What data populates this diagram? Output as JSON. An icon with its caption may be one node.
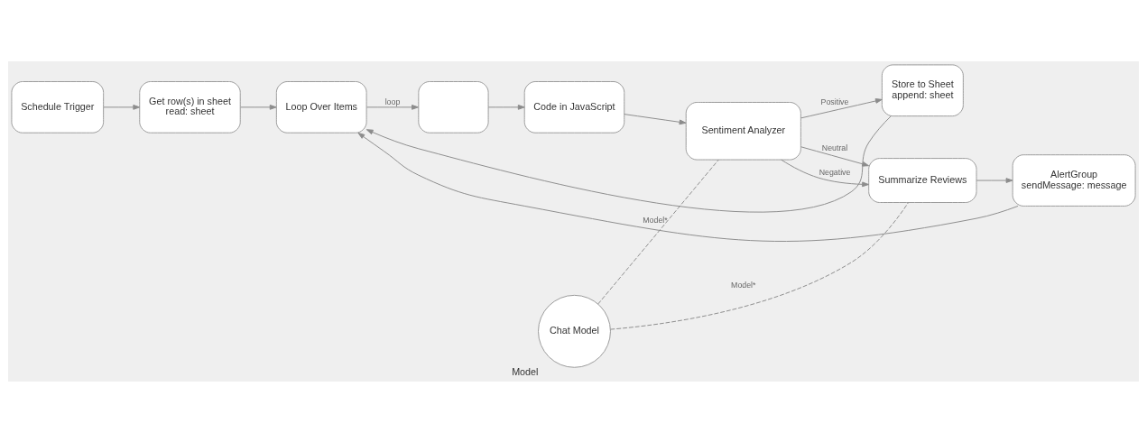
{
  "diagram": {
    "nodes": [
      {
        "text": [
          "Schedule Trigger"
        ]
      },
      {
        "text": [
          "Get row(s) in sheet",
          "read: sheet"
        ]
      },
      {
        "text": [
          "Loop Over Items"
        ]
      },
      {
        "text": [],
        "shape": "box"
      },
      {
        "text": [
          "Code in JavaScript"
        ]
      },
      {
        "text": [
          "Sentiment Analyzer"
        ]
      },
      {
        "text": [
          "Store to Sheet",
          "append: sheet"
        ]
      },
      {
        "text": [
          "Summarize Reviews"
        ]
      },
      {
        "text": [
          "AlertGroup",
          "sendMessage: message"
        ]
      },
      {
        "text": [
          "Chat Model"
        ],
        "beside": [
          "Model"
        ]
      }
    ],
    "edges": [
      {
        "from": 0,
        "to": 1,
        "arrow": "to"
      },
      {
        "from": 1,
        "to": 2,
        "arrow": "to"
      },
      {
        "from": 2,
        "to": 3,
        "arrow": "to",
        "label": "loop"
      },
      {
        "from": 3,
        "to": 4,
        "arrow": "to"
      },
      {
        "from": 4,
        "to": 5,
        "arrow": "to"
      },
      {
        "from": 5,
        "to": 6,
        "arrow": "to",
        "label": "Positive"
      },
      {
        "from": 5,
        "to": 7,
        "arrow": "to",
        "label": "Neutral"
      },
      {
        "from": 5,
        "to": 7,
        "arrow": "to",
        "label": "Negative"
      },
      {
        "from": 7,
        "to": 8,
        "arrow": "to"
      },
      {
        "from": 6,
        "to": 2,
        "arrow": "to"
      },
      {
        "from": 8,
        "to": 2,
        "arrow": "to"
      },
      {
        "from": 9,
        "to": 5,
        "arrow": "none",
        "label": "Model*",
        "style": "dashed"
      },
      {
        "from": 9,
        "to": 7,
        "arrow": "none",
        "label": "Model*",
        "style": "dashed"
      }
    ]
  }
}
